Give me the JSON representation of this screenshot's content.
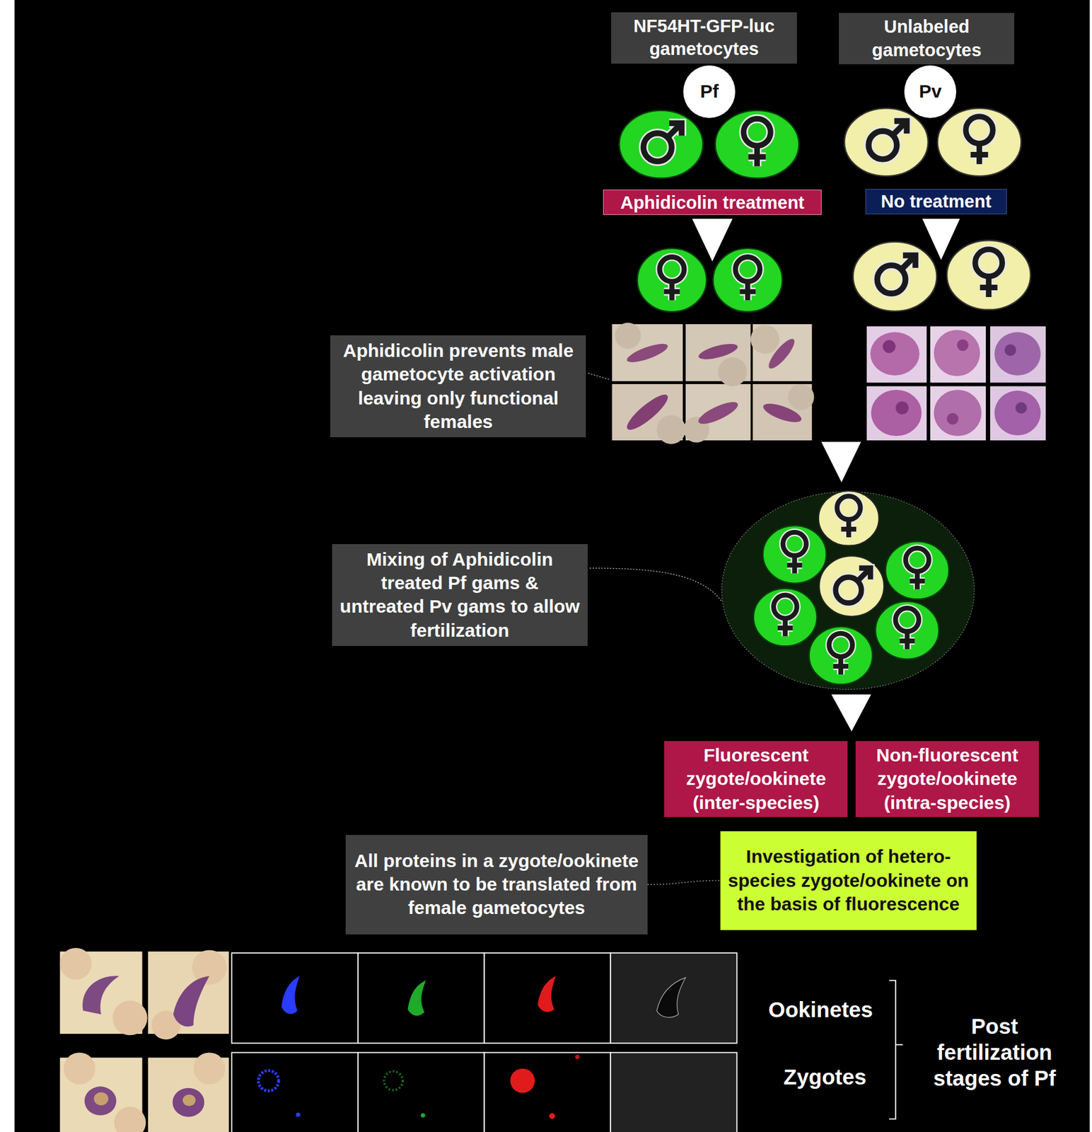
{
  "diagram": {
    "nodes": [
      {
        "text": [
          "NF54HT-GFP-luc gametocytes"
        ]
      },
      {
        "text": [
          "Unlabeled gametocytes"
        ]
      },
      {
        "text": [
          "Pf"
        ]
      },
      {
        "text": [
          "Pv"
        ]
      },
      {
        "text": [
          "Aphidicolin treatment"
        ]
      },
      {
        "text": [
          "No treatment"
        ]
      },
      {
        "text": [
          "Aphidicolin prevents male gametocyte activation leaving only functional females"
        ]
      },
      {
        "text": [
          "Mixing of Aphidicolin treated Pf gams & untreated Pv gams to allow fertilization"
        ]
      },
      {
        "text": [
          "Fluorescent zygote/ookinete (inter-species)"
        ]
      },
      {
        "text": [
          "Non-fluorescent zygote/ookinete (intra-species)"
        ]
      },
      {
        "text": [
          "All proteins in a zygote/ookinete are known to be translated from female gametocytes"
        ]
      },
      {
        "text": [
          "Investigation of hetero-species zygote/ookinete on the basis of fluorescence"
        ]
      }
    ],
    "edges": [
      {
        "from": 10,
        "to": 11,
        "arrow": "none"
      }
    ],
    "labels": [
      "Ookinetes",
      "Zygotes",
      "Post fertilization stages of Pf"
    ]
  }
}
